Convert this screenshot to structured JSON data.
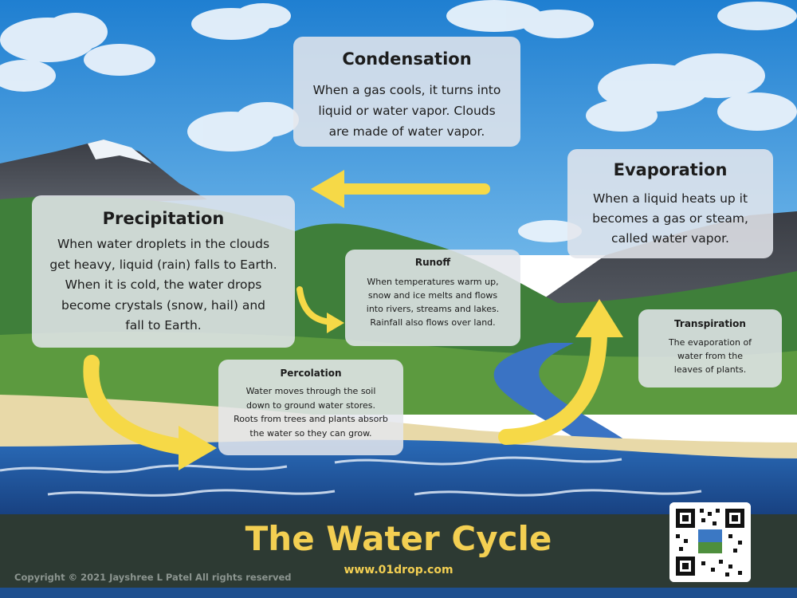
{
  "stages": {
    "condensation": {
      "title": "Condensation",
      "lines": [
        "When a gas cools, it turns into",
        "liquid or water vapor. Clouds",
        "are made of water vapor."
      ]
    },
    "evaporation": {
      "title": "Evaporation",
      "lines": [
        "When a liquid heats up it",
        "becomes a gas or steam,",
        "called water vapor."
      ]
    },
    "precipitation": {
      "title": "Precipitation",
      "lines": [
        "When water droplets in the clouds",
        "get heavy, liquid (rain) falls to Earth.",
        "When it is cold, the water drops",
        "become crystals (snow, hail) and",
        "fall to Earth."
      ]
    },
    "runoff": {
      "title": "Runoff",
      "lines": [
        "When temperatures warm up,",
        "snow and ice melts and flows",
        "into rivers, streams and lakes.",
        "Rainfall also flows over land."
      ]
    },
    "percolation": {
      "title": "Percolation",
      "lines": [
        "Water moves through the soil",
        "down to ground water stores.",
        "Roots from trees and plants absorb",
        "the water so they can grow."
      ]
    },
    "transpiration": {
      "title": "Transpiration",
      "lines": [
        "The evaporation of",
        "water from the",
        "leaves of plants."
      ]
    }
  },
  "footer": {
    "title": "The Water Cycle",
    "url": "www.01drop.com",
    "copyright": "Copyright © 2021 Jayshree L Patel All rights reserved"
  },
  "colors": {
    "arrow": "#f6d947",
    "footer_bg": "#2d3a33",
    "footer_text": "#f3cf52",
    "sky": "#3a8fd6",
    "sea": "#1f5aa6"
  }
}
